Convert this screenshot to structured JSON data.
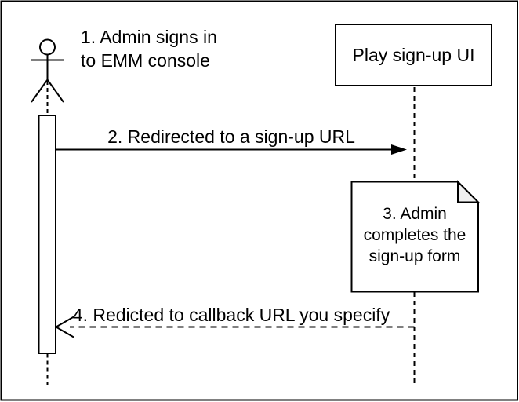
{
  "colors": {
    "line": "#000000",
    "background": "#ffffff",
    "note_fill": "#ffffff",
    "note_fold_fill": "#f0f0f0"
  },
  "participant": {
    "label": "Play sign-up UI"
  },
  "messages": {
    "m1": {
      "lines": [
        "1. Admin signs in",
        "to EMM console"
      ]
    },
    "m2": {
      "label": "2. Redirected to a sign-up URL"
    },
    "m3": {
      "lines": [
        "3. Admin",
        "completes the",
        "sign-up form"
      ]
    },
    "m4": {
      "label": "4. Redicted to callback URL you specify"
    }
  }
}
